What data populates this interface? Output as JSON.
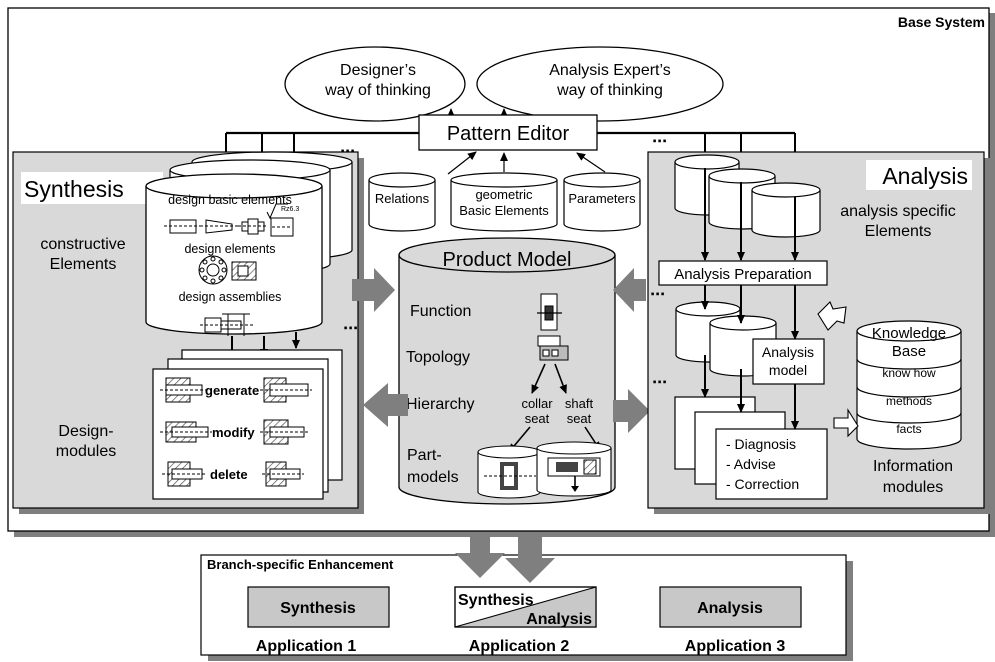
{
  "base_system": {
    "label": "Base System"
  },
  "thinking": {
    "designer": [
      "Designer’s",
      "way of thinking"
    ],
    "analyst": [
      "Analysis Expert’s",
      "way of thinking"
    ]
  },
  "pattern_editor": {
    "label": "Pattern Editor",
    "stores": {
      "relations": "Relations",
      "geometric": [
        "geometric",
        "Basic Elements"
      ],
      "parameters": "Parameters"
    }
  },
  "synthesis": {
    "title": "Synthesis",
    "constructive": [
      "constructive",
      "Elements"
    ],
    "db_labels": {
      "basic": "design basic elements",
      "elements": "design elements",
      "assemblies": "design assemblies",
      "roughness": "Rz6.3"
    },
    "design_modules": [
      "Design-",
      "modules"
    ],
    "actions": {
      "generate": "generate",
      "modify": "modify",
      "delete": "delete"
    }
  },
  "product_model": {
    "title": "Product Model",
    "rows": {
      "function": "Function",
      "topology": "Topology",
      "hierarchy": "Hierarchy",
      "part_models": [
        "Part-",
        "models"
      ]
    },
    "collar_seat": [
      "collar",
      "seat"
    ],
    "shaft_seat": [
      "shaft",
      "seat"
    ]
  },
  "analysis": {
    "title": "Analysis",
    "specific": [
      "analysis specific",
      "Elements"
    ],
    "preparation": "Analysis Preparation",
    "model": [
      "Analysis",
      "model"
    ],
    "knowledge_base": {
      "title": [
        "Knowledge",
        "Base"
      ],
      "layers": [
        "know how",
        "methods",
        "facts"
      ]
    },
    "info_items": [
      "- Diagnosis",
      "- Advise",
      "- Correction"
    ],
    "information_modules": [
      "Information",
      "modules"
    ]
  },
  "branch": {
    "title": "Branch-specific Enhancement",
    "app1": {
      "box": "Synthesis",
      "label": "Application 1"
    },
    "app2": {
      "box_top": "Synthesis",
      "box_bottom": "Analysis",
      "label": "Application 2"
    },
    "app3": {
      "box": "Analysis",
      "label": "Application 3"
    }
  },
  "colors": {
    "panel": "#d9d9d9",
    "shadow": "#7f7f7f",
    "arrow": "#7f7f7f",
    "box_gray": "#c8c8c8"
  }
}
